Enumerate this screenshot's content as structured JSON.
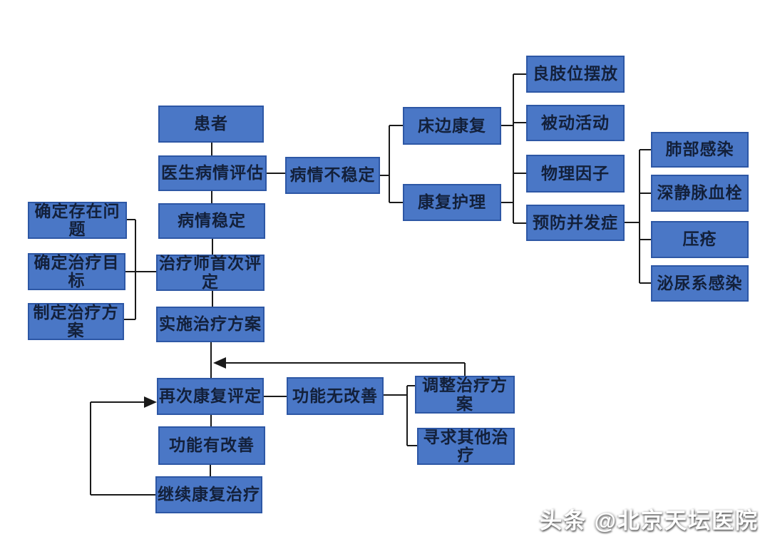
{
  "diagram": {
    "type": "flowchart",
    "language": "zh-CN",
    "subject": "stroke rehabilitation treatment workflow",
    "colors": {
      "node_fill": "#4a77c6",
      "node_border": "#2d57a5",
      "node_text": "#13203a",
      "line": "#1a1a1a",
      "background": "#ffffff"
    },
    "nodes": [
      {
        "id": "patient",
        "label": "患者"
      },
      {
        "id": "doctor-assessment",
        "label": "医生病情评估"
      },
      {
        "id": "condition-unstable",
        "label": "病情不稳定"
      },
      {
        "id": "condition-stable",
        "label": "病情稳定"
      },
      {
        "id": "identify-problems",
        "label": "确定存在问题"
      },
      {
        "id": "set-treatment-goals",
        "label": "确定治疗目标"
      },
      {
        "id": "make-treatment-plan",
        "label": "制定治疗方案"
      },
      {
        "id": "therapist-first-eval",
        "label": "治疗师首次评定"
      },
      {
        "id": "implement-plan",
        "label": "实施治疗方案"
      },
      {
        "id": "bedside-rehab",
        "label": "床边康复"
      },
      {
        "id": "rehab-nursing",
        "label": "康复护理"
      },
      {
        "id": "limb-positioning",
        "label": "良肢位摆放"
      },
      {
        "id": "passive-movement",
        "label": "被动活动"
      },
      {
        "id": "physical-factors",
        "label": "物理因子"
      },
      {
        "id": "prevent-complications",
        "label": "预防并发症"
      },
      {
        "id": "lung-infection",
        "label": "肺部感染"
      },
      {
        "id": "deep-vein-thrombosis",
        "label": "深静脉血栓"
      },
      {
        "id": "pressure-sore",
        "label": "压疮"
      },
      {
        "id": "urinary-infection",
        "label": "泌尿系感染"
      },
      {
        "id": "re-evaluation",
        "label": "再次康复评定"
      },
      {
        "id": "no-improvement",
        "label": "功能无改善"
      },
      {
        "id": "adjust-plan",
        "label": "调整治疗方案"
      },
      {
        "id": "seek-other-treatment",
        "label": "寻求其他治疗"
      },
      {
        "id": "improvement",
        "label": "功能有改善"
      },
      {
        "id": "continue-rehab",
        "label": "继续康复治疗"
      }
    ],
    "watermark": "头条 @北京天坛医院"
  }
}
